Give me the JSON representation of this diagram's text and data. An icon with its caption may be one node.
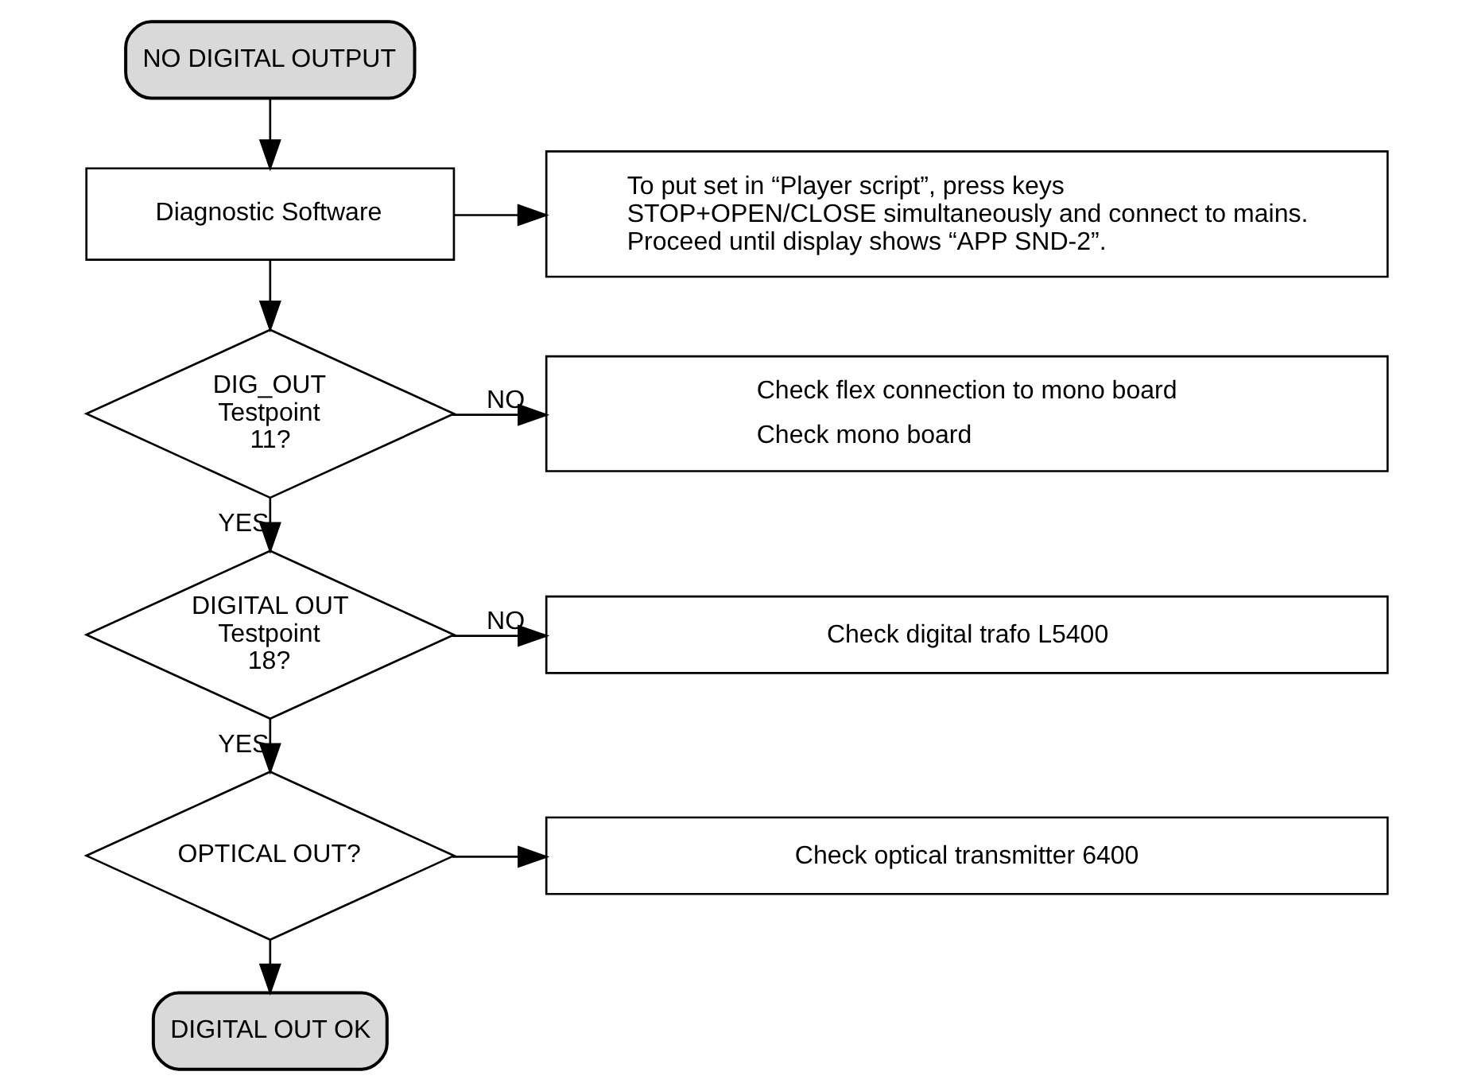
{
  "diagram": {
    "nodes": [
      {
        "text": [
          "NO DIGITAL OUTPUT"
        ]
      },
      {
        "text": [
          "Diagnostic Software"
        ]
      },
      {
        "text": [
          "To put set in “Player script”, press keys STOP+OPEN/CLOSE simultaneously and connect to mains. Proceed until display shows “APP SND-2”."
        ]
      },
      {
        "text": [
          "DIG_OUT Testpoint 11?"
        ]
      },
      {
        "text": [
          "Check flex connection to mono board",
          "Check mono board"
        ]
      },
      {
        "text": [
          "DIGITAL OUT Testpoint 18?"
        ]
      },
      {
        "text": [
          "Check digital trafo L5400"
        ]
      },
      {
        "text": [
          "OPTICAL OUT?"
        ]
      },
      {
        "text": [
          "Check optical transmitter 6400"
        ]
      },
      {
        "text": [
          "DIGITAL OUT OK"
        ]
      }
    ],
    "edges": [
      {
        "from": 0,
        "to": 1,
        "arrow": "to"
      },
      {
        "from": 1,
        "to": 2,
        "arrow": "to"
      },
      {
        "from": 1,
        "to": 3,
        "arrow": "to"
      },
      {
        "from": 3,
        "to": 4,
        "label": "NO",
        "arrow": "to"
      },
      {
        "from": 3,
        "to": 5,
        "label": "YES",
        "arrow": "to"
      },
      {
        "from": 5,
        "to": 6,
        "label": "NO",
        "arrow": "to"
      },
      {
        "from": 5,
        "to": 7,
        "label": "YES",
        "arrow": "to"
      },
      {
        "from": 7,
        "to": 8,
        "arrow": "to"
      },
      {
        "from": 7,
        "to": 9,
        "arrow": "to"
      }
    ]
  }
}
